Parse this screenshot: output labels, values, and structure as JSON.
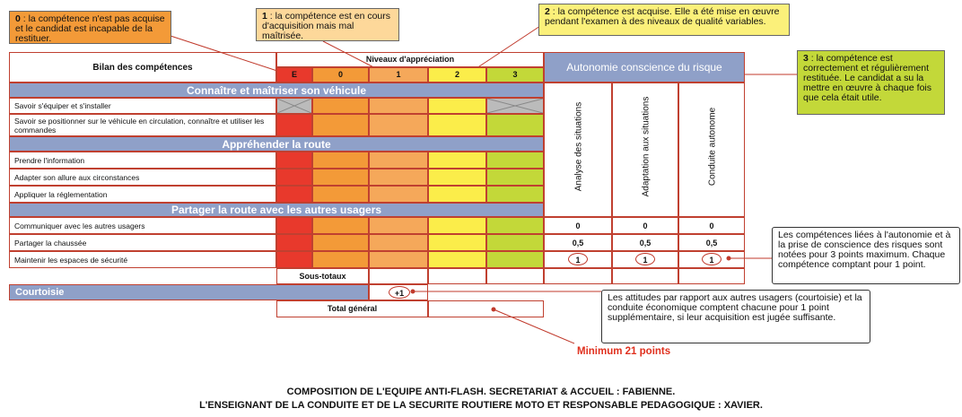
{
  "callouts": {
    "n0": {
      "num": "0",
      "text": ": la compétence n'est pas acquise et le candidat est incapable de la restituer."
    },
    "n1": {
      "num": "1",
      "text": ": la compétence est en cours d'acquisition mais mal maîtrisée."
    },
    "n2": {
      "num": "2",
      "text": ": la compétence est acquise. Elle a été mise en œuvre pendant l'examen à des niveaux de qualité variables."
    },
    "n3": {
      "num": "3",
      "text": ": la compétence est correctement et régulièrement restituée. Le candidat a su la mettre en œuvre à chaque fois que cela était utile."
    },
    "autonomy": "Les compétences liées à l'autonomie et à la prise de conscience des risques sont notées pour 3 points maximum. Chaque compétence comptant pour 1 point.",
    "attitudes": "Les attitudes par rapport aux autres usagers (courtoisie) et la conduite économique comptent chacune pour 1 point supplémentaire, si leur acquisition est jugée suffisante.",
    "minimum": "Minimum 21 points"
  },
  "table": {
    "bilan_label": "Bilan des compétences",
    "niveaux_label": "Niveaux d'appréciation",
    "levels": [
      "E",
      "0",
      "1",
      "2",
      "3"
    ],
    "autonomie_label": "Autonomie conscience du risque",
    "autonomie_cols": [
      "Analyse des situations",
      "Adaptation aux situations",
      "Conduite autonome"
    ],
    "sections": [
      {
        "title": "Connaître et maîtriser son véhicule"
      },
      {
        "title": "Appréhender la route"
      },
      {
        "title": "Partager la route avec les autres usagers"
      }
    ],
    "rows": [
      "Savoir s'équiper et s'installer",
      "Savoir se positionner sur le véhicule en circulation, connaître et utiliser les commandes",
      "Prendre l'information",
      "Adapter son allure aux circonstances",
      "Appliquer la réglementation",
      "Communiquer avec les autres usagers",
      "Partager la chaussée",
      "Maintenir les espaces de sécurité"
    ],
    "autonomie_values": {
      "communiquer": [
        "0",
        "0",
        "0"
      ],
      "partager": [
        "0,5",
        "0,5",
        "0,5"
      ],
      "maintenir": [
        "1",
        "1",
        "1"
      ]
    },
    "sous_totaux": "Sous-totaux",
    "courtoisie": "Courtoisie",
    "courtoisie_bonus": "+1",
    "total": "Total général"
  },
  "footer": {
    "line1": "COMPOSITION DE L'EQUIPE ANTI-FLASH. SECRETARIAT & ACCUEIL : FABIENNE.",
    "line2": "L'ENSEIGNANT DE LA CONDUITE ET DE LA  SECURITE ROUTIERE MOTO  ET RESPONSABLE PEDAGOGIQUE : XAVIER."
  },
  "colors": {
    "header_blue": "#8fa0c8",
    "level_E": "#e8392c",
    "level_0": "#f39a38",
    "level_1": "#f5a85a",
    "level_2": "#fbed4a",
    "level_3": "#c3d839",
    "callout_0": "#f39a38",
    "callout_1": "#fdd89a",
    "callout_2": "#fbf07a",
    "callout_3": "#c3d839",
    "minimum_red": "#e0301e"
  }
}
